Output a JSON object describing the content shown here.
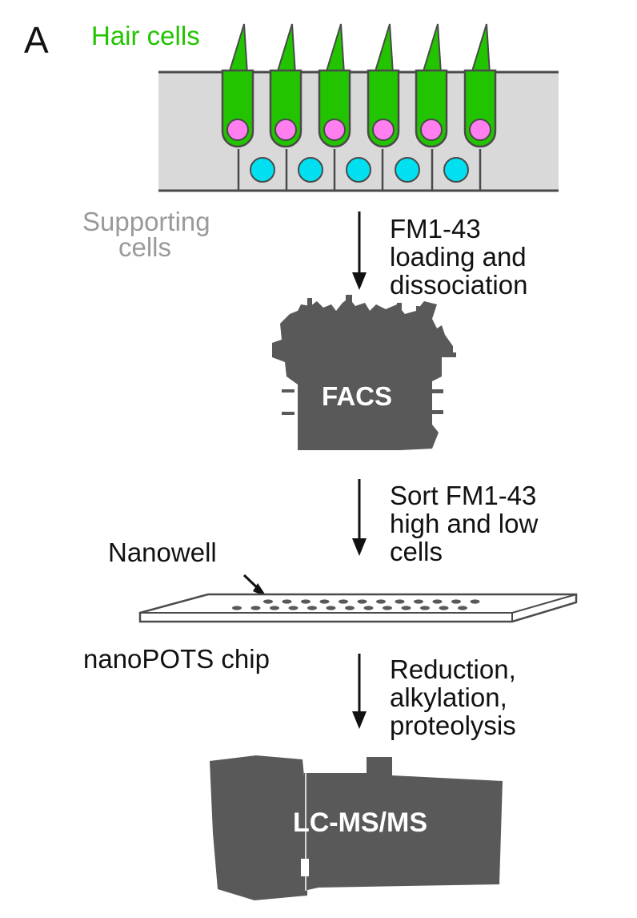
{
  "panel_label": "A",
  "hair_cells_label": "Hair cells",
  "supporting_cells_label": [
    "Supporting",
    "cells"
  ],
  "steps": [
    {
      "lines": [
        "FM1-43",
        "loading and",
        "dissociation"
      ]
    },
    {
      "lines": [
        "Sort FM1-43",
        "high and low",
        "cells"
      ]
    },
    {
      "lines": [
        "Reduction,",
        "alkylation,",
        "proteolysis"
      ]
    }
  ],
  "facs_label": "FACS",
  "nanowell_label": "Nanowell",
  "chip_label": "nanoPOTS chip",
  "lcms_label": "LC-MS/MS",
  "colors": {
    "hair_cell": "#22c400",
    "nucleus_hair": "#ff7ff0",
    "nucleus_support": "#00e0f0",
    "tissue": "#d9d9d9",
    "outline": "#4a4a4a",
    "instrument": "#595959",
    "supporting_text": "#9a9a9a"
  }
}
